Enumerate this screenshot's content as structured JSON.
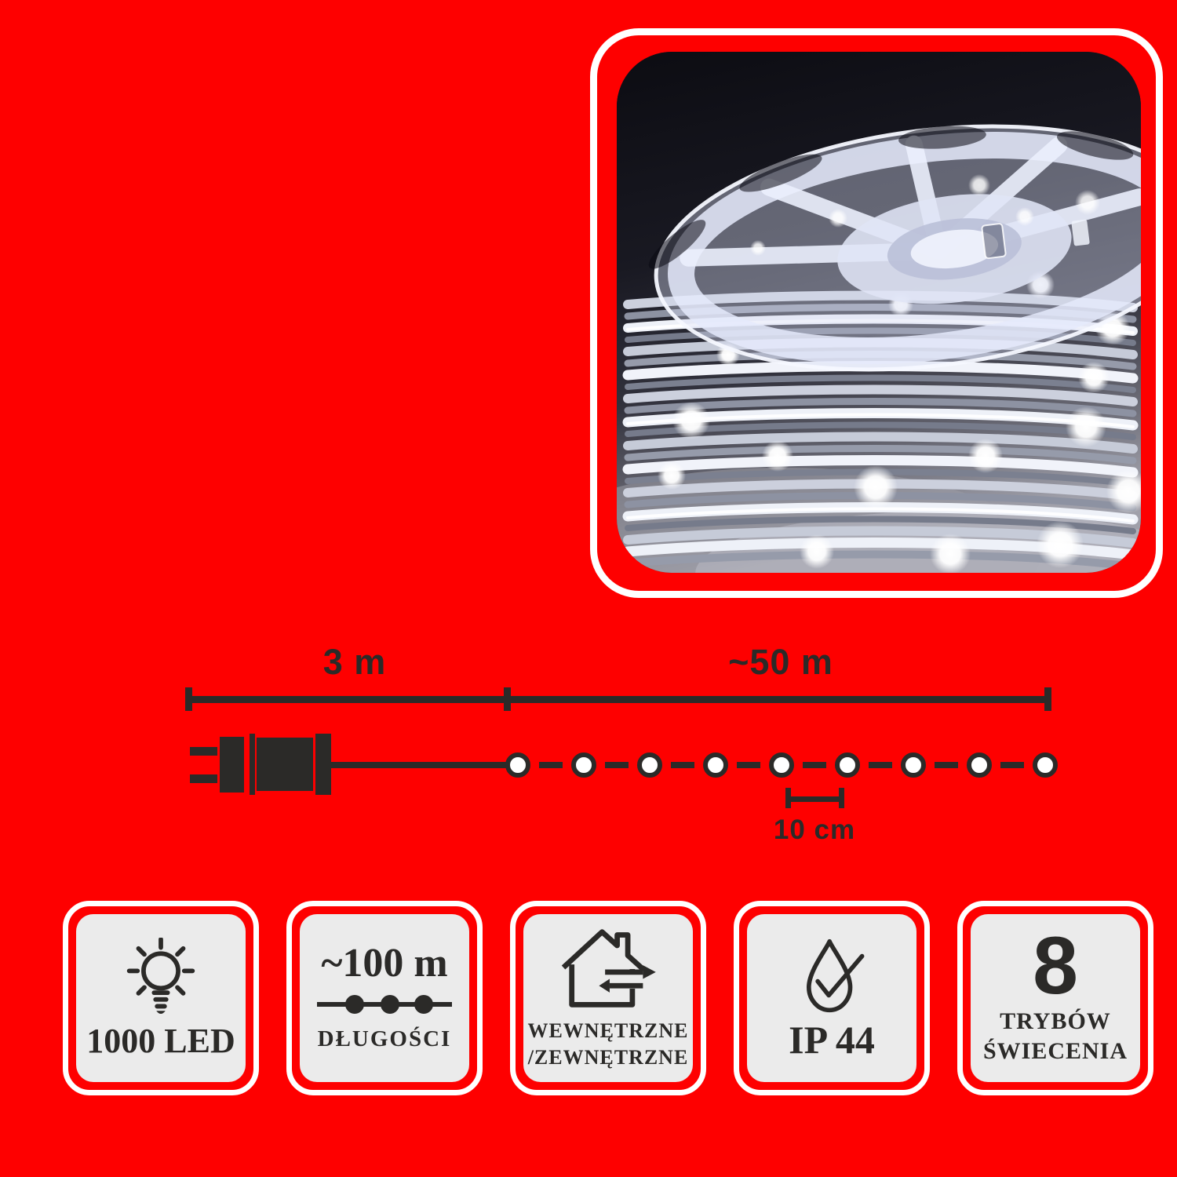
{
  "colors": {
    "background": "#fe0000",
    "ink": "#2b2a28",
    "badge_panel": "#ebebeb",
    "frame_white": "#ffffff",
    "led_glow": "#ffffff"
  },
  "photo": {
    "description": "Spool reel of LED string lights glowing cool white on dark background"
  },
  "diagram": {
    "lead_length_label": "3 m",
    "string_length_label": "~50 m",
    "led_spacing_label": "10 cm",
    "drawn_led_count": 9
  },
  "badges": [
    {
      "icon": "lightbulb-icon",
      "label": "1000 LED"
    },
    {
      "icon": "led-string-icon",
      "value": "~100 m",
      "label": "DŁUGOŚCI"
    },
    {
      "icon": "house-in-out-icon",
      "label_line1": "WEWNĘTRZNE",
      "label_line2": "/ZEWNĘTRZNE"
    },
    {
      "icon": "water-drop-check-icon",
      "label": "IP 44"
    },
    {
      "value": "8",
      "label_line1": "TRYBÓW",
      "label_line2": "ŚWIECENIA"
    }
  ]
}
